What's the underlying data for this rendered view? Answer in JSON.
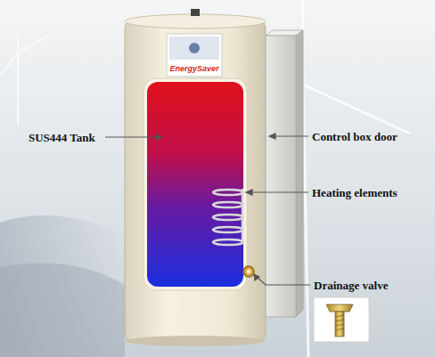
{
  "diagram": {
    "labels": [
      "EnergySaver",
      "SUS444 Tank",
      "Control box door",
      "Heating elements",
      "Drainage valve"
    ]
  }
}
